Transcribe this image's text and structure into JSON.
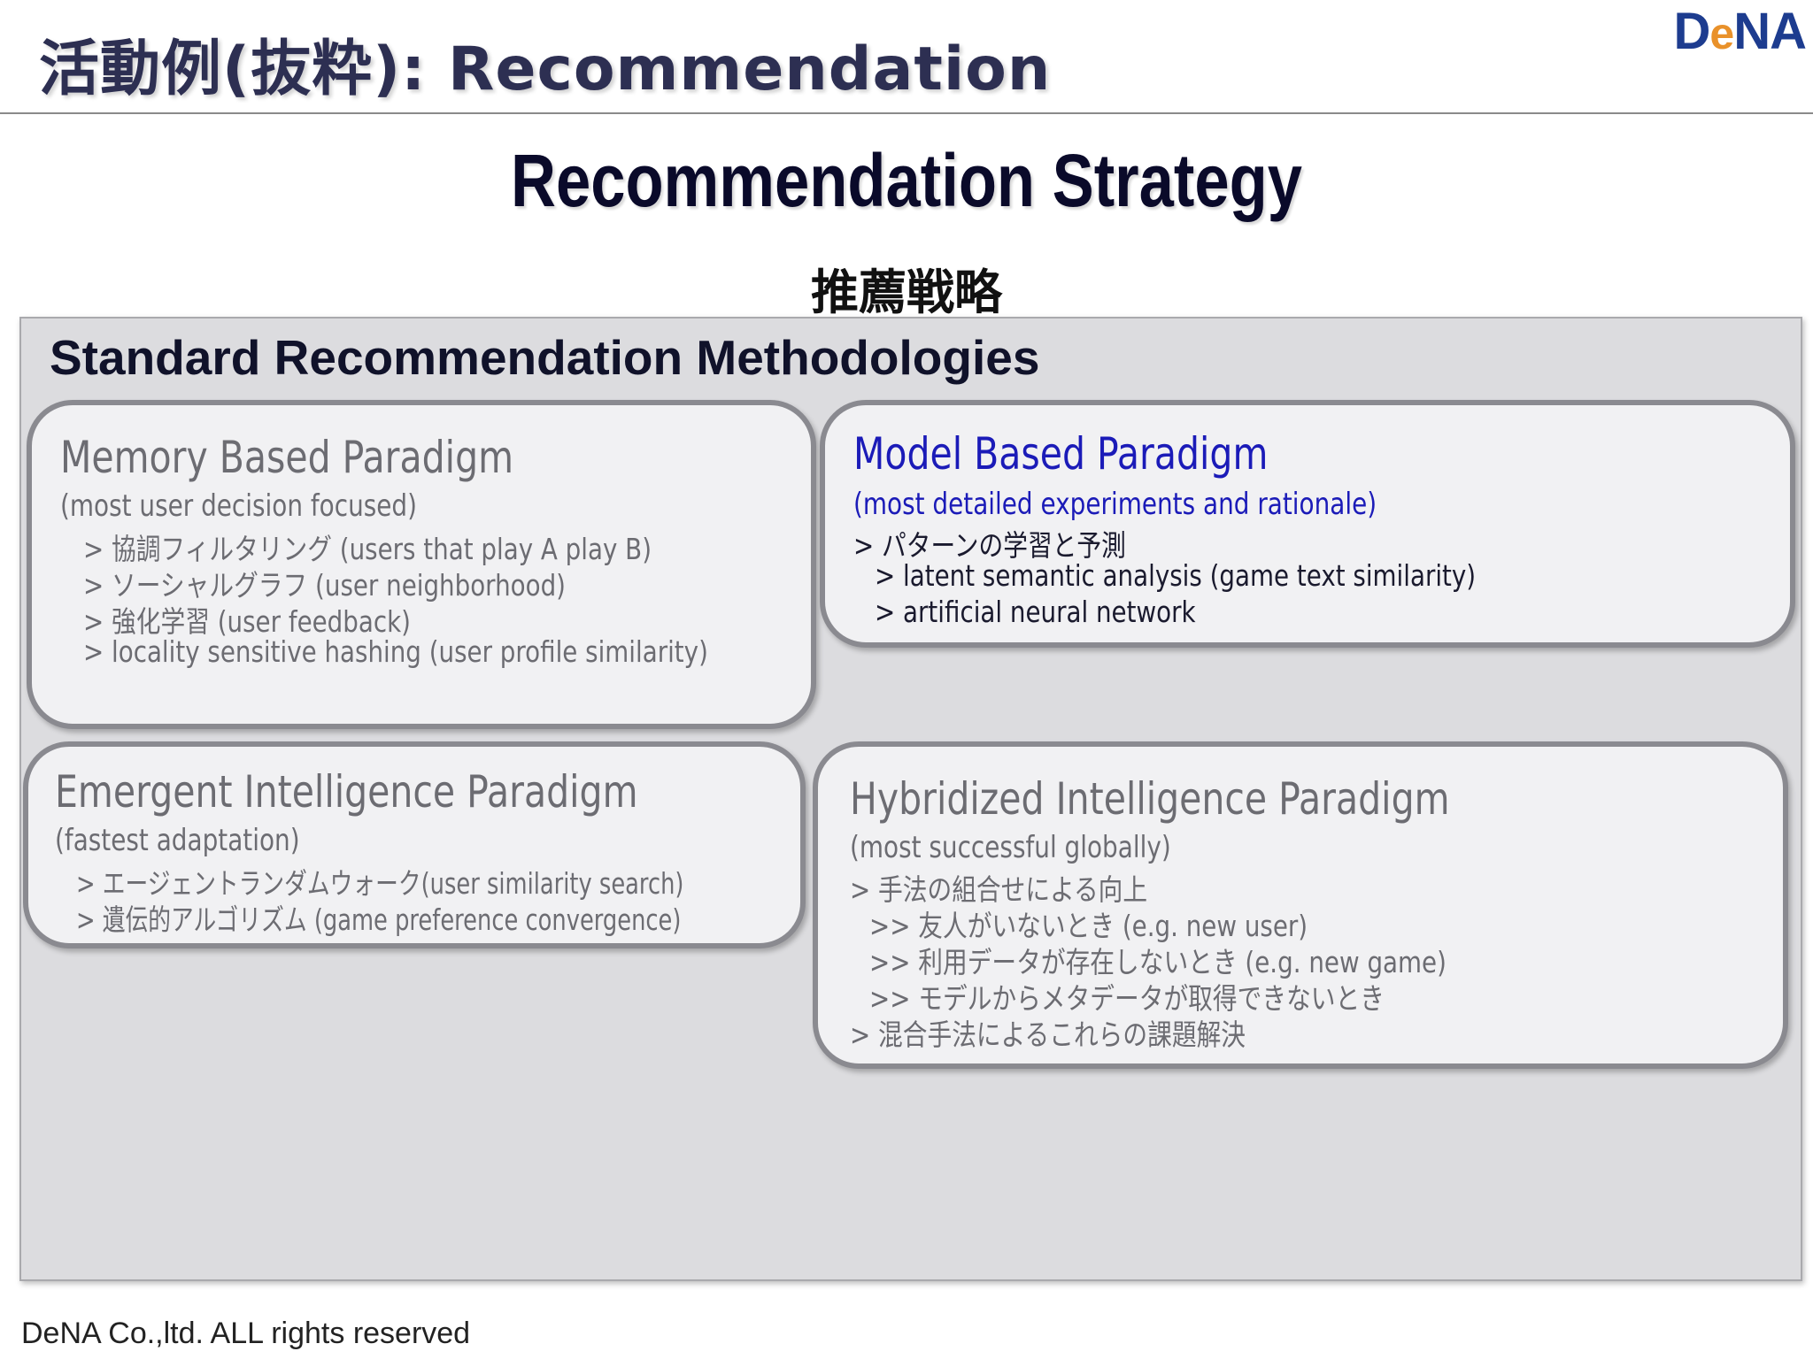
{
  "header": {
    "title": "活動例(抜粋): Recommendation"
  },
  "logo": {
    "d": "D",
    "e": "e",
    "na": "NA"
  },
  "slide": {
    "title": "Recommendation Strategy",
    "subtitle": "推薦戦略"
  },
  "panel": {
    "heading": "Standard Recommendation Methodologies"
  },
  "cards": {
    "memory": {
      "title": "Memory Based Paradigm",
      "subtitle": "(most user decision focused)",
      "lines": [
        "> 協調フィルタリング (users that play A play B)",
        "> ソーシャルグラフ (user neighborhood)",
        "> 強化学習 (user feedback)",
        "> locality sensitive hashing (user profile similarity)"
      ]
    },
    "model": {
      "title": "Model Based Paradigm",
      "subtitle": "(most detailed experiments and rationale)",
      "lines": [
        "> パターンの学習と予測",
        "> latent semantic analysis (game text similarity)",
        "> artificial neural network"
      ]
    },
    "emergent": {
      "title": "Emergent Intelligence Paradigm",
      "subtitle": "(fastest adaptation)",
      "lines": [
        "> エージェントランダムウォーク(user similarity search)",
        "> 遺伝的アルゴリズム (game preference convergence)"
      ]
    },
    "hybrid": {
      "title": "Hybridized Intelligence Paradigm",
      "subtitle": "(most successful globally)",
      "lines": [
        "> 手法の組合せによる向上",
        ">> 友人がいないとき (e.g. new user)",
        ">> 利用データが存在しないとき (e.g. new game)",
        ">> モデルからメタデータが取得できないとき",
        "> 混合手法によるこれらの課題解決"
      ]
    }
  },
  "footer": {
    "copyright": "DeNA Co.,ltd. ALL rights reserved"
  }
}
